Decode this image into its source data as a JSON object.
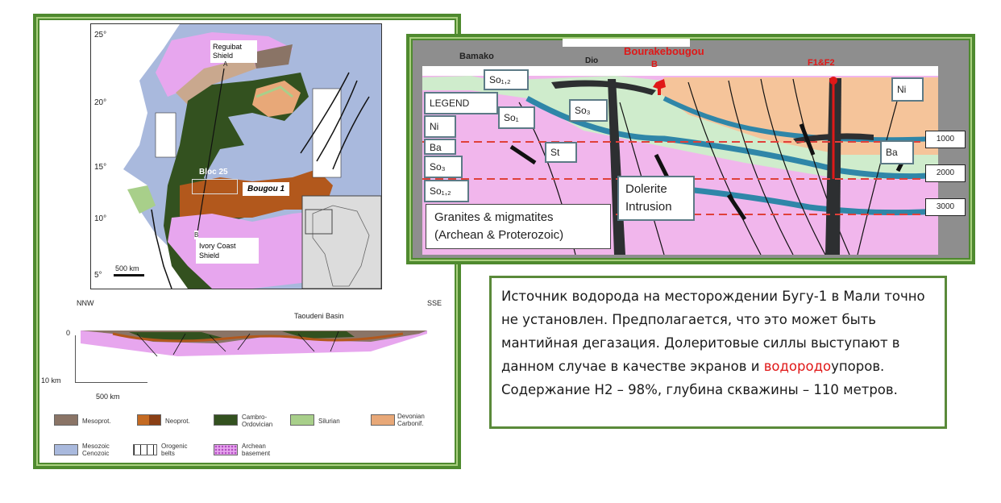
{
  "left_panel": {
    "map": {
      "lat_ticks": [
        "25°",
        "20°",
        "15°",
        "10°",
        "5°"
      ],
      "labels": {
        "reguibat_shield": "Reguibat Shield",
        "bloc_25": "Bloc 25",
        "bougou_1": "Bougou 1",
        "ivory_coast_shield": "Ivory Coast Shield",
        "point_a": "A",
        "point_b": "B"
      },
      "scale_bar": "500 km",
      "inset": "africa-locator-map"
    },
    "cross_section": {
      "left_label": "NNW",
      "right_label": "SSE",
      "basin_label": "Taoudeni Basin",
      "depth_zero": "0",
      "depth_scale": "10 km",
      "horizontal_scale": "500 km"
    },
    "legend": [
      {
        "label": "Mesoprot.",
        "color": "#8a7466"
      },
      {
        "label": "Neoprot.",
        "color": "#b2581c"
      },
      {
        "label": "Cambro-Ordovician",
        "color": "#33511f"
      },
      {
        "label": "Silurian",
        "color": "#a8cf8a"
      },
      {
        "label": "Devonian Carbonif.",
        "color": "#e8a878"
      },
      {
        "label": "Mesozoic Cenozoic",
        "color": "#a9b9dd"
      },
      {
        "label": "Orogenic belts",
        "color": "#ffffff"
      },
      {
        "label": "Archean basement",
        "color": "#e7a6ee"
      }
    ]
  },
  "right_panel": {
    "top_labels": {
      "bamako": "Bamako",
      "dio": "Dio",
      "bourakebougou": "Bourakebougou",
      "bourakebougou_sub": "B",
      "well": "F1&F2"
    },
    "legend_title": "LEGEND",
    "units": [
      "Ni",
      "Ba",
      "So₃",
      "So₁,₂"
    ],
    "tags": {
      "so12": "So₁,₂",
      "so1": "So₁",
      "so3": "So₃",
      "st": "St",
      "ni": "Ni",
      "ba": "Ba"
    },
    "granites_label_line1": "Granites & migmatites",
    "granites_label_line2": "(Archean & Proterozoic)",
    "dolerite_line1": "Dolerite",
    "dolerite_line2": "Intrusion",
    "depth_markers": [
      "1000",
      "2000",
      "3000"
    ]
  },
  "text_box": {
    "part1": "Источник водорода на месторождении Бугу-1 в Мали точно не установлен. Предполагается, что это может быть мантийная дегазация. Долеритовые силлы выступают в данном случае в качестве экранов и ",
    "highlight": "водородо",
    "part2": "упоров. Содержание Н2 – 98%, глубина скважины – 110 метров.",
    "highlight_color": "#e01818"
  },
  "colors": {
    "frame_green": "#4f8a2f",
    "sea_blue": "#a9b9dd",
    "archean_pink": "#e7a6ee",
    "cambro_green": "#33511f",
    "neoprot_brown": "#b2581c",
    "devonian_orange": "#e8a878",
    "red_marker": "#e01818"
  }
}
